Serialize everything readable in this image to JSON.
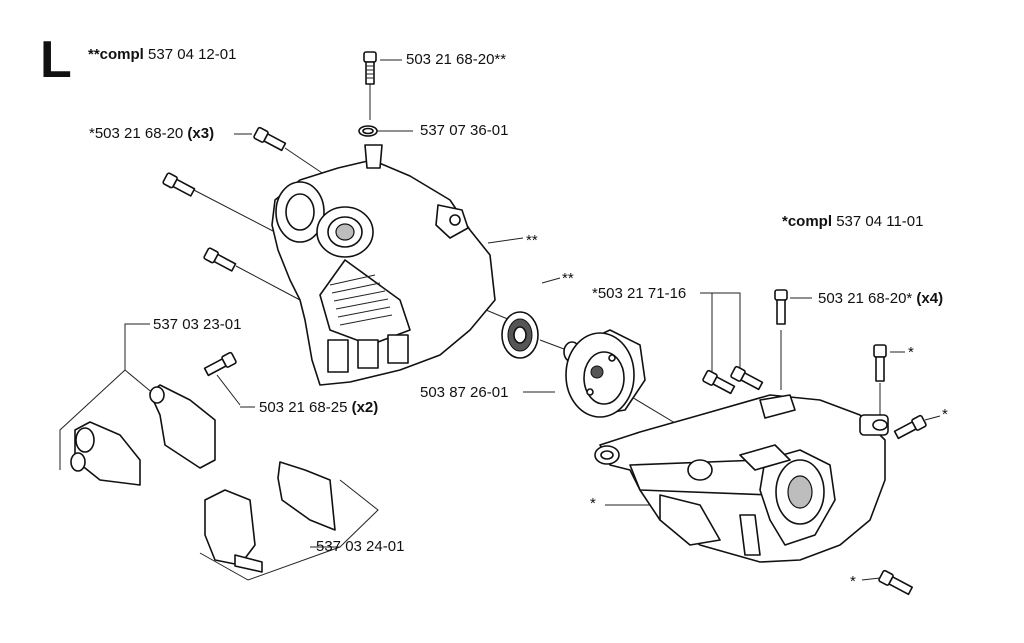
{
  "section": {
    "letter": "L"
  },
  "assemblies": [
    {
      "id": "compl_upper",
      "prefix": "**compl",
      "number": "537 04 12-01"
    },
    {
      "id": "compl_lower",
      "prefix": "*compl",
      "number": "537 04 11-01"
    }
  ],
  "callouts": [
    {
      "id": "c1",
      "text": "503 21 68-20**",
      "qty": ""
    },
    {
      "id": "c2",
      "text": "537 07 36-01",
      "qty": ""
    },
    {
      "id": "c3",
      "text": "*503 21 68-20",
      "qty": "(x3)"
    },
    {
      "id": "c4",
      "text": "**",
      "qty": ""
    },
    {
      "id": "c5",
      "text": "**",
      "qty": ""
    },
    {
      "id": "c6",
      "text": "537 03 23-01",
      "qty": ""
    },
    {
      "id": "c7",
      "text": "503 21 68-25",
      "qty": "(x2)"
    },
    {
      "id": "c8",
      "text": "503 87 26-01",
      "qty": ""
    },
    {
      "id": "c9",
      "text": "*503 21 71-16",
      "qty": ""
    },
    {
      "id": "c10",
      "text": "503 21 68-20*",
      "qty": "(x4)"
    },
    {
      "id": "c11",
      "text": "*",
      "qty": ""
    },
    {
      "id": "c12",
      "text": "*",
      "qty": ""
    },
    {
      "id": "c13",
      "text": "*",
      "qty": ""
    },
    {
      "id": "c14",
      "text": "*",
      "qty": ""
    },
    {
      "id": "c15",
      "text": "537 03 24-01",
      "qty": ""
    }
  ],
  "colors": {
    "ink": "#111111",
    "background": "#ffffff",
    "shade": "#bdbdbd"
  }
}
